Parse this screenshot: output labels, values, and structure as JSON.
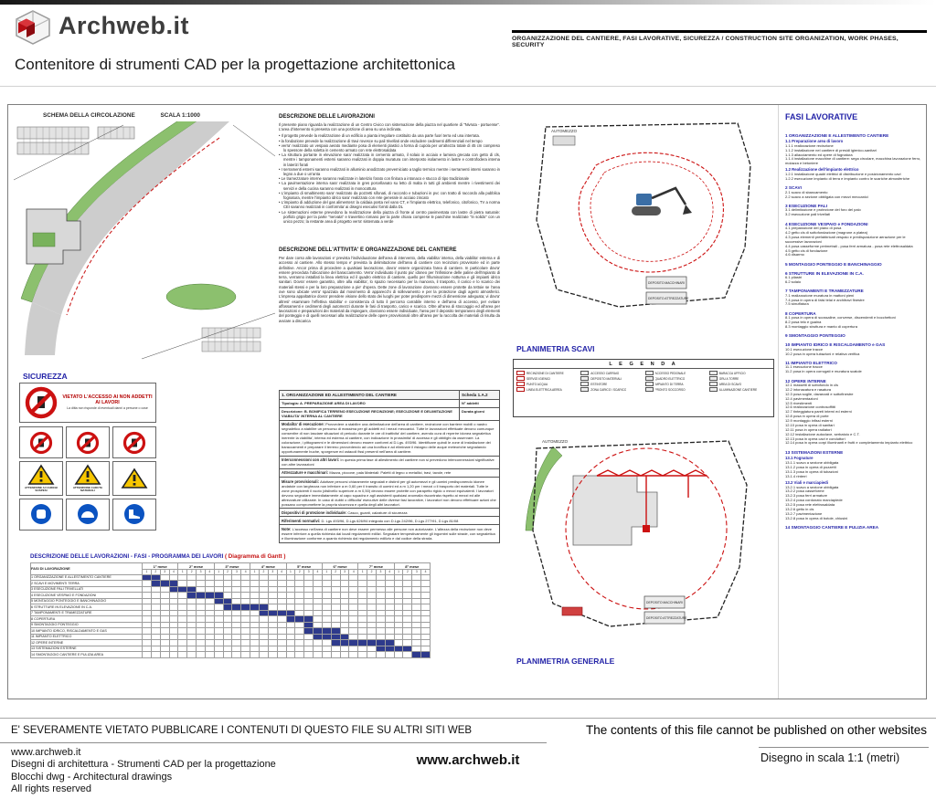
{
  "header": {
    "brand": "Archweb.it",
    "subtitle_it": "ORGANIZZAZIONE DEL CANTIERE, FASI LAVORATIVE, SICUREZZA",
    "subtitle_sep": "  /  ",
    "subtitle_en": "CONSTRUCTION SITE ORGANIZATION, WORK PHASES, SECURITY",
    "page_title": "Contenitore di strumenti CAD per la progettazione architettonica"
  },
  "sheet": {
    "circolazione": {
      "title": "SCHEMA DELLA CIRCOLAZIONE",
      "scale": "SCALA 1:1000"
    },
    "descrizione_lavorazioni": {
      "title": "DESCRIZIONE DELLE LAVORAZIONI",
      "intro": "Il presente piano riguarda la realizzazione di un Centro Civico con sistemazione della piazza nel quartiere di \"Nivruta - portuense\". L'area d'intervento si presenta con una porzione di area su una inclinata.",
      "bullets": [
        "Il progetto prevede la realizzazione di un edificio a pianta irregolare costituito da una parte fuori terra ed una interrata.",
        "la fondazione prevede la realizzazione di travi rovesce su pali trivellati onde escludere cedimenti differenziali nel tempo",
        "verra' realizzato un vespaio aerato mediante posa di elementi plastici a forma di cupola per un'altezza totale di 45 cm compreso lo spessore della soletta in cemento armato con rete elettrosaldata",
        "La struttura portante in elevazione sara' realizzata in cemento armato, il solaio in acciaio e lamiera grecata con getto di cls, mentre i tamponamenti esterni saranno realizzati in doppia muratura con interposto isolamento in lastre e controfodera interna in laterizi forati",
        "I serramenti esterni saranno realizzati in alluminio anodizzato preverniciato a taglio termico mentre i serramenti interni saranno in legno a due o un'anta",
        "Le tramezzature interne saranno realizzate in laterizio forato con finitura a intonaco e stucco di tipo tradizionale",
        "La pavimentazione interna sara' realizzata in gres porcellanato su letto di malta in tutti gli ambienti mentre i rivestimenti dei servizi e della cucina saranno realizzati in monocottura",
        "L'impianto di smaltimento sara' realizzato da pozzetti sifonati, di raccordo e tubazioni in pvc con tratto di raccordo alla pubblica fognatura, mentre l'impianto idrico sara' realizzato con rete generale in acciaio zincato",
        "L'impianto di adduzione del gas alimentera' la caldaia posta nel vano CT, e l'impianto elettrico, telefonico, citofonico, TV a norma CEI saranno realizzati in conformita' ai disegni esecutivi forniti dalla DL",
        "Le sistemazioni esterne prevedono la realizzazione della piazza di fronte al centro pavimentata con lastre di pietra naturale: porfido grigio per la parte \"nervata\" e travertino romano per la parte chiara comprese le panchine realizzate \"in solido\" con un unico pezzo; la restante area di progetto verra' sistemata a verde"
      ]
    },
    "descrizione_attivita": {
      "title": "DESCRIZIONE DELL'ATTIVITA' E ORGANIZZAZIONE DEL CANTIERE",
      "paragraphs": [
        "Per dare corso alle lavorazioni e' prevista l'individuazione dell'area di intervento, della viabilita' interna, della viabilita' esterna e di accesso al cantiere. Allo stesso tempo e' prevista la delimitazione dell'area di cantiere con recinzioni provvisorie ed in parte definitive. Ancor prima di procedere a qualsiasi lavorazione, dovra' essere organizzata l'area di cantiere. In particolare dovra' essere preceduta l'ubicazione del baraccamento. Verra' individuato il punto piu' idoneo per l'infissione delle paline dell'impianto di terra, verranno installati la linea elettrica ed il quadro elettrico di cantiere, quello per l'illuminazione notturna e gli impianti idrico sanitari. Dovra' essere garantito, oltre alla viabilita', lo spazio necessario per la manovra, il trasporto, il carico e lo scarico dei materiali stessi e per la loro preparazione a pie' d'opera. Dette zone di lavorazione dovranno essere protette da tettoie se l'area ove sono ubicate verra' spazzata dal movimento di apparecchi di sollevamento e per la protezione dagli agenti atmosferici. L'impresa appaltatrice dovra' prendere visione dello stato dei luoghi per poter predisporre mezzi di dimensione adeguata; vi dovra' altresi' esaminare l'effettiva stabilita' e consistenza di tutto il percorso carrabile interno e dell'area di accesso, per evitare affossamenti e cedimenti degli automezzi durante le fasi di trasporto, carico e scarico. Oltre all'area di stoccaggio ed all'area per lavorazioni e preparazioni dei materiali da impiegare, dovranno essere individuate, l'area per il deposito temporaneo degli elementi del ponteggio e di quelli necessari alla realizzazione delle opere provvisionali oltre all'area per la raccolta dei materiali di risulta da avviare a discarica"
      ]
    },
    "sicurezza": {
      "title": "SICUREZZA",
      "main_sign_text": "VIETATO L'ACCESSO AI NON ADDETTI AI LAVORI",
      "main_sign_sub": "La ditta non risponde di eventuali danni a persone o cose",
      "signs": [
        {
          "type": "prohibition",
          "name": "divieto-accesso"
        },
        {
          "type": "prohibition",
          "name": "divieto-transito"
        },
        {
          "type": "prohibition",
          "name": "divieto-sosta"
        },
        {
          "type": "warning",
          "name": "carichi-sospesi",
          "caption": "ATTENZIONE AI CARICHI SOSPESI"
        },
        {
          "type": "warning",
          "name": "caduta-materiali",
          "caption": "ATTENZIONE CADUTA MATERIALI"
        },
        {
          "type": "warning",
          "name": "scavi-aperti"
        },
        {
          "type": "mandatory",
          "name": "guanti"
        },
        {
          "type": "mandatory",
          "name": "casco"
        },
        {
          "type": "mandatory",
          "name": "calzature"
        }
      ]
    },
    "scheda": {
      "title_left": "1. ORGANIZZAZIONE ED ALLESTIMENTO DEL CANTIERE",
      "title_right": "Scheda 1.A.2",
      "tip_left": "Tipologia: A. PREPARAZIONE AREA DI LAVORO",
      "tip_right": "N° addetti",
      "desc_left": "Descrizione: B. BONIFICA TERRENO ESECUZIONE RECINZIONE; ESECUZIONE E DELIMITAZIONE VIABILITA' INTERNA AL CANTIERE",
      "desc_right": "Durata giorni",
      "rows": [
        {
          "label": "Modalita' di esecuzione:",
          "text": "Provvedere a stabilire una delimitazione dell'area di cantiere, recinzione con barriere mobili o nastro segnaletico a stabilire un percorso di massima per gli addetti ed i mezzi meccanici. Tutte le lavorazioni effettuate devono comunque consentire di non lasciare situazioni di pericolo durante le ore di inattivita' del cantiere, avendo cura di reperire idonea segnaletica inerente la viabilita', interna ed esterna al cantiere, con indicazione in prossimita' di accesso e gli obblighi da osservare. La colorazione, i pittogrammi e le dimensioni devono essere conformi al D.Lgs. 493/96. Identificare quindi le zone di installazione dei baraccamenti e preparare il terreno provvedendo ad una bonifica e ad eliminare il ristagno delle acque meteoriche segnalando opportunamente buche, sporgenze ed ostacoli fissi presenti nell'area di cantiere."
        },
        {
          "label": "Interconnessioni con altri lavori:",
          "text": "In questa prima fase di allestimento del cantiere non si prevedono interconnessioni significative con altre lavorazioni"
        },
        {
          "label": "Attrezzature e macchinari:",
          "text": "Mazza, piccone, pala      Materiali: Paletti di legno o metallici, travi, tavole, rete"
        },
        {
          "label": "Misure provvisionali:",
          "text": "Adottare percorsi chiaramente segnalati e distinti per gli automezzi e gli uomini predisponendo idonee andatoie con larghezza non inferiore a m 0,60 per il transito di uomini ed a m 1,20 per i mezzi o il trasporto dei materiali. Tutte le zone prospicienti il vuoto (dislivello superiore a m 0,50) devono essere protette con parapetto rigido o mezzi equivalenti. I lavoratori devono segnalare immediatamente al capo squadra e agli assistenti qualsiasi anomalia riscontrata rispetto ai mezzi ed alle attrezzature utilizzate. In caso di dubbi o difficolta' esecutive delle diverse fasi lavorative, i lavoratori non devono effettuare azioni che possano compromettere la propria sicurezza e quella degli altri lavoratori."
        },
        {
          "label": "Dispositivi di protezione individuale:",
          "text": "Casco, guanti, calzature di sicurezza"
        },
        {
          "label": "Riferimenti normativi:",
          "text": "D. Lgs 493/96, D.Lgs 626/94 integrato con D.Lgs 242/96, D.Lgs 277/91, D.Lgs 81/08"
        },
        {
          "label": "Note:",
          "text": "L'accesso nell'area di cantiere non deve essere permesso alle persone non autorizzate. L'altezza della recinzione non deve essere inferiore a quella richiesta dai locali regolamenti edilizi. Segnalare tempestivamente gli ingombri sulle strade, con segnaletica e illuminazione conforme a quanto richiesto dal regolamento edilizio e dal codice della strada."
        }
      ]
    },
    "gantt": {
      "title": "DESCRIZIONE DELLE LAVORAZIONI - FASI - PROGRAMMA DEI LAVORI",
      "subtitle": "( Diagramma di Gantt )",
      "corner_label": "FASI DI LAVORAZIONE",
      "months": [
        "1° mese",
        "2° mese",
        "3° mese",
        "4° mese",
        "5° mese",
        "6° mese",
        "7° mese",
        "8° mese"
      ],
      "weeks_per_month": 4,
      "rows": [
        {
          "label": "1  ORGANIZZAZIONE E ALLESTIMENTO CANTIERE",
          "start": 1,
          "len": 2
        },
        {
          "label": "2  SCAVI E MOVIMENTI TERRA",
          "start": 2,
          "len": 3
        },
        {
          "label": "3  ESECUZIONE PALI TRIVELLATI",
          "start": 4,
          "len": 3
        },
        {
          "label": "4  ESECUZIONE VESPAIO E FONDAZIONI",
          "start": 6,
          "len": 4
        },
        {
          "label": "5  MONTAGGIO PONTEGGIO E BANCHINAGGIO",
          "start": 9,
          "len": 2
        },
        {
          "label": "6  STRUTTURE IN ELEVAZIONE IN C.A.",
          "start": 10,
          "len": 5
        },
        {
          "label": "7  TAMPONAMENTI E TRAMEZZATURE",
          "start": 14,
          "len": 4
        },
        {
          "label": "8  COPERTURA",
          "start": 17,
          "len": 3
        },
        {
          "label": "9  SMONTAGGIO PONTEGGIO",
          "start": 19,
          "len": 1
        },
        {
          "label": "10 IMPIANTO IDRICO, RISCALDAMENTO E GAS",
          "start": 19,
          "len": 4
        },
        {
          "label": "11 IMPIANTO ELETTRICO",
          "start": 20,
          "len": 4
        },
        {
          "label": "12 OPERE INTERNE",
          "start": 22,
          "len": 7
        },
        {
          "label": "13 SISTEMAZIONI ESTERNE",
          "start": 27,
          "len": 4
        },
        {
          "label": "14 SMONTAGGIO CANTIERE E PULIZIA AREA",
          "start": 31,
          "len": 2
        }
      ]
    },
    "planimetria_scavi_label": "PLANIMETRIA SCAVI",
    "planimetria_generale_label": "PLANIMETRIA GENERALE",
    "legenda": {
      "title": "L E G E N D A",
      "items": [
        "RECINZIONE DI CANTIERE",
        "ACCESSO CARRAIO",
        "ACCESSO PEDONALE",
        "BARACCA UFFICIO",
        "SERVIZI IGIENICI",
        "DEPOSITO MATERIALI",
        "QUADRO ELETTRICO",
        "GRU A TORRE",
        "PUNTO ACQUA",
        "ESTINTORE",
        "IMPIANTO DI TERRA",
        "AREA DI SCAVO",
        "LINEA ELETTRICA AEREA",
        "ZONA CARICO / SCARICO",
        "PRONTO SOCCORSO",
        "ILLUMINAZIONE CANTIERE"
      ]
    },
    "drawing_labels": {
      "automezzo": "AUTOMEZZO",
      "deposito_macchinari": "DEPOSITO MACCHINARI",
      "deposito_attrezzature": "DEPOSITO ATTREZZATURE"
    },
    "fasi_lavorative": {
      "title": "FASI LAVORATIVE",
      "items": [
        {
          "t": "h",
          "text": "1 ORGANIZZAZIONE E ALLESTIMENTO CANTIERE"
        },
        {
          "t": "h2",
          "text": "1.1 Preparazione area di lavoro"
        },
        {
          "t": "s",
          "text": "1.1.1 realizzazione recinzione"
        },
        {
          "t": "s",
          "text": "1.1.2 installazione nel cantiere di presidi igienico-sanitari"
        },
        {
          "t": "s",
          "text": "1.1.3 allacciamento ed opere di fognatura"
        },
        {
          "t": "s",
          "text": "1.1.4 installazione macchine di cantiere: sega circolare, macchina lavorazione ferro, molazza e betoniere"
        },
        {
          "t": "h2",
          "text": "1.2 Realizzazione dell'impianto elettrico"
        },
        {
          "t": "s",
          "text": "1.2.1 installazione quadri elettrici di distribuzione e posizionamento cavi"
        },
        {
          "t": "s",
          "text": "1.2.2 esecuzione impianto di terra e impianto contro le scariche atmosferiche"
        },
        {
          "t": "h",
          "text": "2 SCAVI"
        },
        {
          "t": "s",
          "text": "2.1 scavo di sbancamento"
        },
        {
          "t": "s",
          "text": "2.2 scavo a sezione obbligata con mezzi meccanici"
        },
        {
          "t": "h",
          "text": "3 ESECUZIONE PALI"
        },
        {
          "t": "s",
          "text": "3.1 delimitazione e protezione del foro del palo"
        },
        {
          "t": "s",
          "text": "3.2 esecuzione pali trivellati"
        },
        {
          "t": "h",
          "text": "4 ESECUZIONE VESPAIO e FONDAZIONI"
        },
        {
          "t": "s",
          "text": "4.1 preparazione del piano di posa"
        },
        {
          "t": "s",
          "text": "4.2 getto cls di sottofondazione (magrone a platea)"
        },
        {
          "t": "s",
          "text": "4.3 posa elementi prefabbricati vespaio e predisposizione aerazione per le successive lavorazioni"
        },
        {
          "t": "s",
          "text": "4.4 posa casseforme perimetrali - posa ferri armatura - posa rete elettrosaldata"
        },
        {
          "t": "s",
          "text": "4.5 getto cls di fondazione"
        },
        {
          "t": "s",
          "text": "4.6 disarmo"
        },
        {
          "t": "h",
          "text": "5 MONTAGGIO PONTEGGIO E BANCHINAGGIO"
        },
        {
          "t": "h",
          "text": "6 STRUTTURE IN ELEVAZIONE IN C.A."
        },
        {
          "t": "s",
          "text": "6.1 pilastri"
        },
        {
          "t": "s",
          "text": "6.2 solaio"
        },
        {
          "t": "h",
          "text": "7 TAMPONAMENTI E TRAMEZZATURE"
        },
        {
          "t": "s",
          "text": "7.1 realizzazione muratura in mattoni pieni"
        },
        {
          "t": "s",
          "text": "7.4 posa in opera di falsi telai e architravi finestre"
        },
        {
          "t": "s",
          "text": "7.5 sbruffatura"
        },
        {
          "t": "h",
          "text": "8 COPERTURA"
        },
        {
          "t": "s",
          "text": "8.1 posa in opera di scossaline, converse, discendenti e bocchettoni"
        },
        {
          "t": "s",
          "text": "8.2 posa telo e guaina"
        },
        {
          "t": "s",
          "text": "8.3 montaggio struttura e manto di copertura"
        },
        {
          "t": "h",
          "text": "9 SMONTAGGIO PONTEGGIO"
        },
        {
          "t": "h",
          "text": "10 IMPIANTO IDRICO E RISCALDAMENTO e GAS"
        },
        {
          "t": "s",
          "text": "10.1 esecuzione tracce"
        },
        {
          "t": "s",
          "text": "10.2 posa in opera tubazioni e relativa verifica"
        },
        {
          "t": "h",
          "text": "11 IMPIANTO ELETTRICO"
        },
        {
          "t": "s",
          "text": "11.1 esecuzione tracce"
        },
        {
          "t": "s",
          "text": "11.2 posa in opera corrugati e muratura scatole"
        },
        {
          "t": "h",
          "text": "12 OPERE INTERNE"
        },
        {
          "t": "s",
          "text": "12.1 massetti di sottofondo in cls"
        },
        {
          "t": "s",
          "text": "12.2 intonacatura e rasatura"
        },
        {
          "t": "s",
          "text": "12.3 posa soglie, davanzali e sottofinestre"
        },
        {
          "t": "s",
          "text": "12.4 pavimentazioni"
        },
        {
          "t": "s",
          "text": "12.5 rivestimenti"
        },
        {
          "t": "s",
          "text": "12.6 realizzazione controsoffitti"
        },
        {
          "t": "s",
          "text": "12.7 tinteggiatura pareti interni ed esterni"
        },
        {
          "t": "s",
          "text": "12.8 posa in opera di porte"
        },
        {
          "t": "s",
          "text": "12.9 montaggio infissi esterni"
        },
        {
          "t": "s",
          "text": "12.10 posa in opera di sanitari"
        },
        {
          "t": "s",
          "text": "12.11 posa in opera radiatori"
        },
        {
          "t": "s",
          "text": "12.12 installazione autoclave, serbatoio e C.T."
        },
        {
          "t": "s",
          "text": "12.13 posa in opera cavi e conduttori"
        },
        {
          "t": "s",
          "text": "12.14 posa in opera corpi illuminanti e frutti e completamento impianto elettrico"
        },
        {
          "t": "h",
          "text": "13 SISTEMAZIONI ESTERNE"
        },
        {
          "t": "h2",
          "text": "13.1 Fognature"
        },
        {
          "t": "s",
          "text": "13.1.1 scavo a sezione obbligata"
        },
        {
          "t": "s",
          "text": "13.1.2 posa in opera di pozzetti"
        },
        {
          "t": "s",
          "text": "13.1.3 posa in opera di tubazioni"
        },
        {
          "t": "s",
          "text": "13.1.4 rinterri"
        },
        {
          "t": "h2",
          "text": "13.2 Viali e marciapiedi"
        },
        {
          "t": "s",
          "text": "13.2.1 scavo a sezione obbligata"
        },
        {
          "t": "s",
          "text": "13.2.2 posa casseforme"
        },
        {
          "t": "s",
          "text": "13.2.3 posa ferri armature"
        },
        {
          "t": "s",
          "text": "13.2.4 posa cordonato marciapiede"
        },
        {
          "t": "s",
          "text": "13.2.5 posa rete elettrosaldata"
        },
        {
          "t": "s",
          "text": "13.2.6 getto in cls"
        },
        {
          "t": "s",
          "text": "13.2.7 pavimentazione"
        },
        {
          "t": "s",
          "text": "13.2.8 posa in opera di botole, chiusini"
        },
        {
          "t": "h",
          "text": "14 SMONTAGGIO CANTIERE E PULIZIA AREA"
        }
      ]
    }
  },
  "footer": {
    "warning_it": "E' SEVERAMENTE VIETATO PUBBLICARE I CONTENUTI DI QUESTO FILE SU ALTRI SITI WEB",
    "warning_en": "The contents of this file cannot be published on other websites",
    "site": "www.archweb.it",
    "line2": "Disegni di architettura - Strumenti CAD  per la progettazione",
    "line3": "Blocchi dwg - Architectural drawings",
    "line4": "All rights reserved",
    "center_site": "www.archweb.it",
    "scale_note": "Disegno in scala 1:1 (metri)",
    "colors": {
      "accent_red": "#b50d14",
      "heading_blue": "#2424a8"
    }
  }
}
